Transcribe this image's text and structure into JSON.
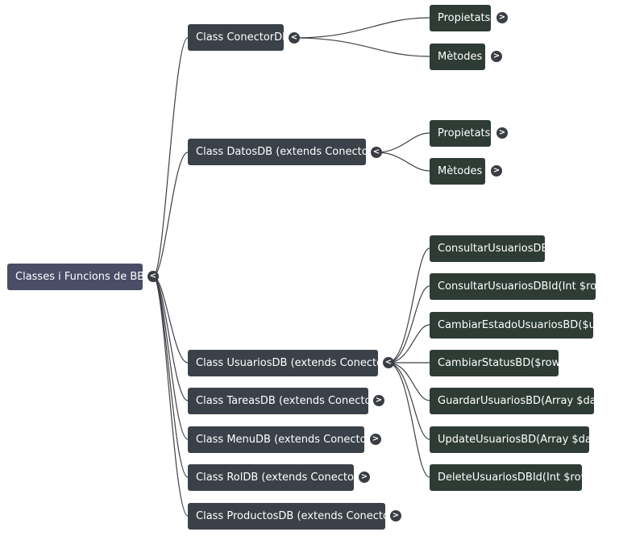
{
  "root": {
    "label": "Classes i Funcions de BBDD",
    "toggle": "<"
  },
  "classes": [
    {
      "label": "Class ConectorDB",
      "toggle": "<",
      "children": [
        {
          "label": "Propietats",
          "toggle": ">"
        },
        {
          "label": "Mètodes",
          "toggle": ">"
        }
      ]
    },
    {
      "label": "Class DatosDB (extends ConectorDB)",
      "toggle": "<",
      "children": [
        {
          "label": "Propietats",
          "toggle": ">"
        },
        {
          "label": "Mètodes",
          "toggle": ">"
        }
      ]
    },
    {
      "label": "Class UsuariosDB (extends ConectorDB)",
      "toggle": "<",
      "children": [
        {
          "label": "ConsultarUsuariosDB()"
        },
        {
          "label": "ConsultarUsuariosDBId(Int $rowid)"
        },
        {
          "label": "CambiarEstadoUsuariosBD($user)"
        },
        {
          "label": "CambiarStatusBD($rowid)"
        },
        {
          "label": "GuardarUsuariosBD(Array $datos)"
        },
        {
          "label": "UpdateUsuariosBD(Array $datos)"
        },
        {
          "label": "DeleteUsuariosDBId(Int $rowid)"
        }
      ]
    },
    {
      "label": "Class TareasDB (extends ConectorDB)",
      "toggle": ">"
    },
    {
      "label": "Class MenuDB (extends ConectorDB)",
      "toggle": ">"
    },
    {
      "label": "Class RolDB (extends ConectorDB)",
      "toggle": ">"
    },
    {
      "label": "Class ProductosDB (extends ConectorDB)",
      "toggle": ">"
    }
  ]
}
